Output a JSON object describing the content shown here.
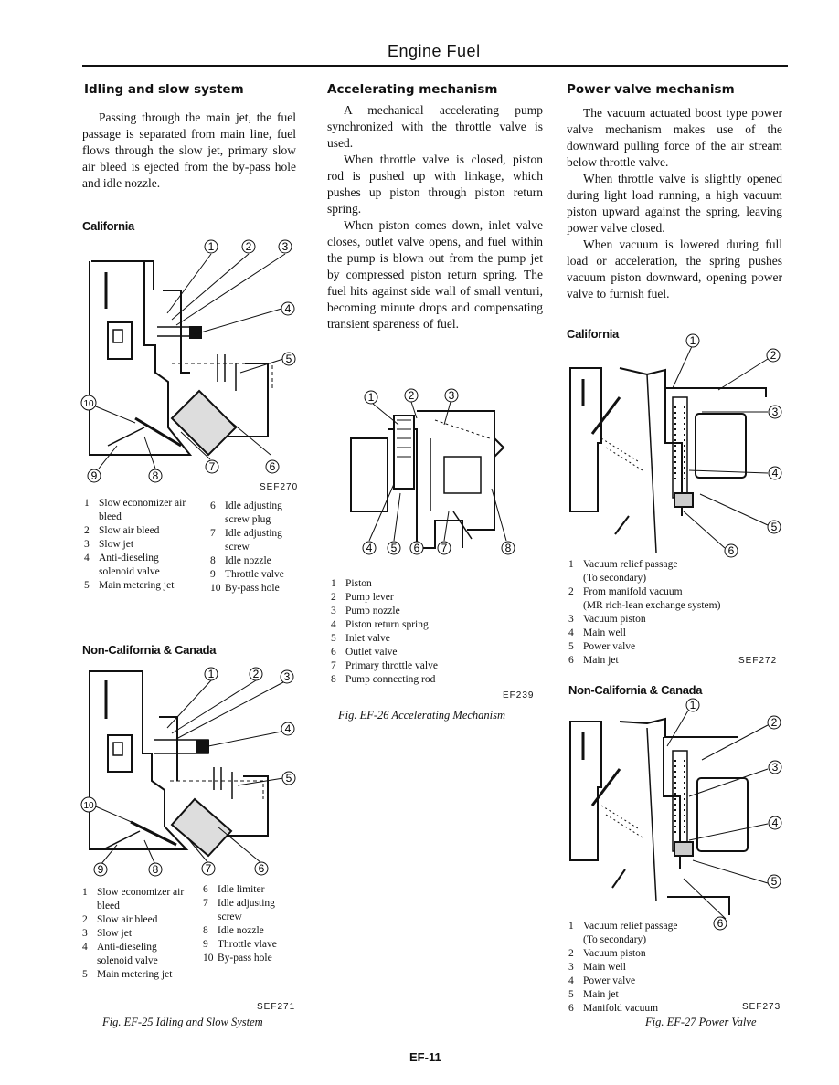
{
  "header": {
    "title": "Engine Fuel"
  },
  "col1": {
    "heading": "Idling and slow system",
    "paragraph": "Passing through the main jet, the fuel passage is separated from main line, fuel flows through the slow jet, primary slow air bleed is ejected from the by-pass hole and idle nozzle.",
    "fig1": {
      "label": "California",
      "callouts": [
        "1",
        "2",
        "3",
        "4",
        "5",
        "6",
        "7",
        "8",
        "9",
        "10"
      ],
      "code": "SEF270",
      "legend_left": [
        {
          "n": "1",
          "t": "Slow economizer air bleed"
        },
        {
          "n": "2",
          "t": "Slow air bleed"
        },
        {
          "n": "3",
          "t": "Slow jet"
        },
        {
          "n": "4",
          "t": "Anti-dieseling solenoid valve"
        },
        {
          "n": "5",
          "t": "Main metering jet"
        }
      ],
      "legend_right": [
        {
          "n": "6",
          "t": "Idle adjusting screw plug"
        },
        {
          "n": "7",
          "t": "Idle adjusting screw"
        },
        {
          "n": "8",
          "t": "Idle nozzle"
        },
        {
          "n": "9",
          "t": "Throttle valve"
        },
        {
          "n": "10",
          "t": "By-pass hole"
        }
      ]
    },
    "fig2": {
      "label": "Non-California & Canada",
      "callouts": [
        "1",
        "2",
        "3",
        "4",
        "5",
        "6",
        "7",
        "8",
        "9",
        "10"
      ],
      "code": "SEF271",
      "legend_left": [
        {
          "n": "1",
          "t": "Slow economizer air bleed"
        },
        {
          "n": "2",
          "t": "Slow air bleed"
        },
        {
          "n": "3",
          "t": "Slow jet"
        },
        {
          "n": "4",
          "t": "Anti-dieseling solenoid valve"
        },
        {
          "n": "5",
          "t": "Main metering jet"
        }
      ],
      "legend_right": [
        {
          "n": "6",
          "t": "Idle limiter"
        },
        {
          "n": "7",
          "t": "Idle adjusting screw"
        },
        {
          "n": "8",
          "t": "Idle nozzle"
        },
        {
          "n": "9",
          "t": "Throttle vlave"
        },
        {
          "n": "10",
          "t": "By-pass hole"
        }
      ]
    },
    "caption": "Fig. EF-25 Idling and Slow System"
  },
  "col2": {
    "heading": "Accelerating mechanism",
    "paragraphs": [
      "A mechanical accelerating pump synchronized with the throttle valve is used.",
      "When throttle valve is closed, piston rod is pushed up with linkage, which pushes up piston through piston return spring.",
      "When piston comes down, inlet valve closes, outlet valve opens, and fuel within the pump is blown out from the pump jet by compressed piston return spring. The fuel hits against side wall of small venturi, becoming minute drops and compensating transient spareness of fuel."
    ],
    "fig": {
      "callouts": [
        "1",
        "2",
        "3",
        "4",
        "5",
        "6",
        "7",
        "8"
      ],
      "code": "EF239",
      "legend": [
        {
          "n": "1",
          "t": "Piston"
        },
        {
          "n": "2",
          "t": "Pump lever"
        },
        {
          "n": "3",
          "t": "Pump nozzle"
        },
        {
          "n": "4",
          "t": "Piston return spring"
        },
        {
          "n": "5",
          "t": "Inlet valve"
        },
        {
          "n": "6",
          "t": "Outlet valve"
        },
        {
          "n": "7",
          "t": "Primary throttle valve"
        },
        {
          "n": "8",
          "t": "Pump connecting rod"
        }
      ]
    },
    "caption": "Fig. EF-26 Accelerating Mechanism"
  },
  "col3": {
    "heading": "Power valve mechanism",
    "paragraphs": [
      "The vacuum actuated boost type power valve mechanism makes use of the downward pulling force of the air stream below throttle valve.",
      "When throttle valve is slightly opened during light load running, a high vacuum piston upward against the spring, leaving power valve closed.",
      "When vacuum is lowered during full load or acceleration, the spring pushes vacuum piston downward, opening power valve to furnish fuel."
    ],
    "fig1": {
      "label": "California",
      "callouts": [
        "1",
        "2",
        "3",
        "4",
        "5",
        "6"
      ],
      "code": "SEF272",
      "legend": [
        {
          "n": "1",
          "t": "Vacuum relief passage"
        },
        {
          "n": "",
          "t": "(To secondary)"
        },
        {
          "n": "2",
          "t": "From manifold vacuum"
        },
        {
          "n": "",
          "t": "(MR rich-lean exchange system)"
        },
        {
          "n": "3",
          "t": "Vacuum piston"
        },
        {
          "n": "4",
          "t": "Main well"
        },
        {
          "n": "5",
          "t": "Power valve"
        },
        {
          "n": "6",
          "t": "Main jet"
        }
      ]
    },
    "fig2": {
      "label": "Non-California & Canada",
      "callouts": [
        "1",
        "2",
        "3",
        "4",
        "5",
        "6"
      ],
      "code": "SEF273",
      "legend": [
        {
          "n": "1",
          "t": "Vacuum relief passage"
        },
        {
          "n": "",
          "t": "(To secondary)"
        },
        {
          "n": "2",
          "t": "Vacuum piston"
        },
        {
          "n": "3",
          "t": "Main well"
        },
        {
          "n": "4",
          "t": "Power valve"
        },
        {
          "n": "5",
          "t": "Main jet"
        },
        {
          "n": "6",
          "t": "Manifold vacuum"
        }
      ]
    },
    "caption": "Fig. EF-27 Power Valve"
  },
  "footer": {
    "page": "EF-11"
  }
}
